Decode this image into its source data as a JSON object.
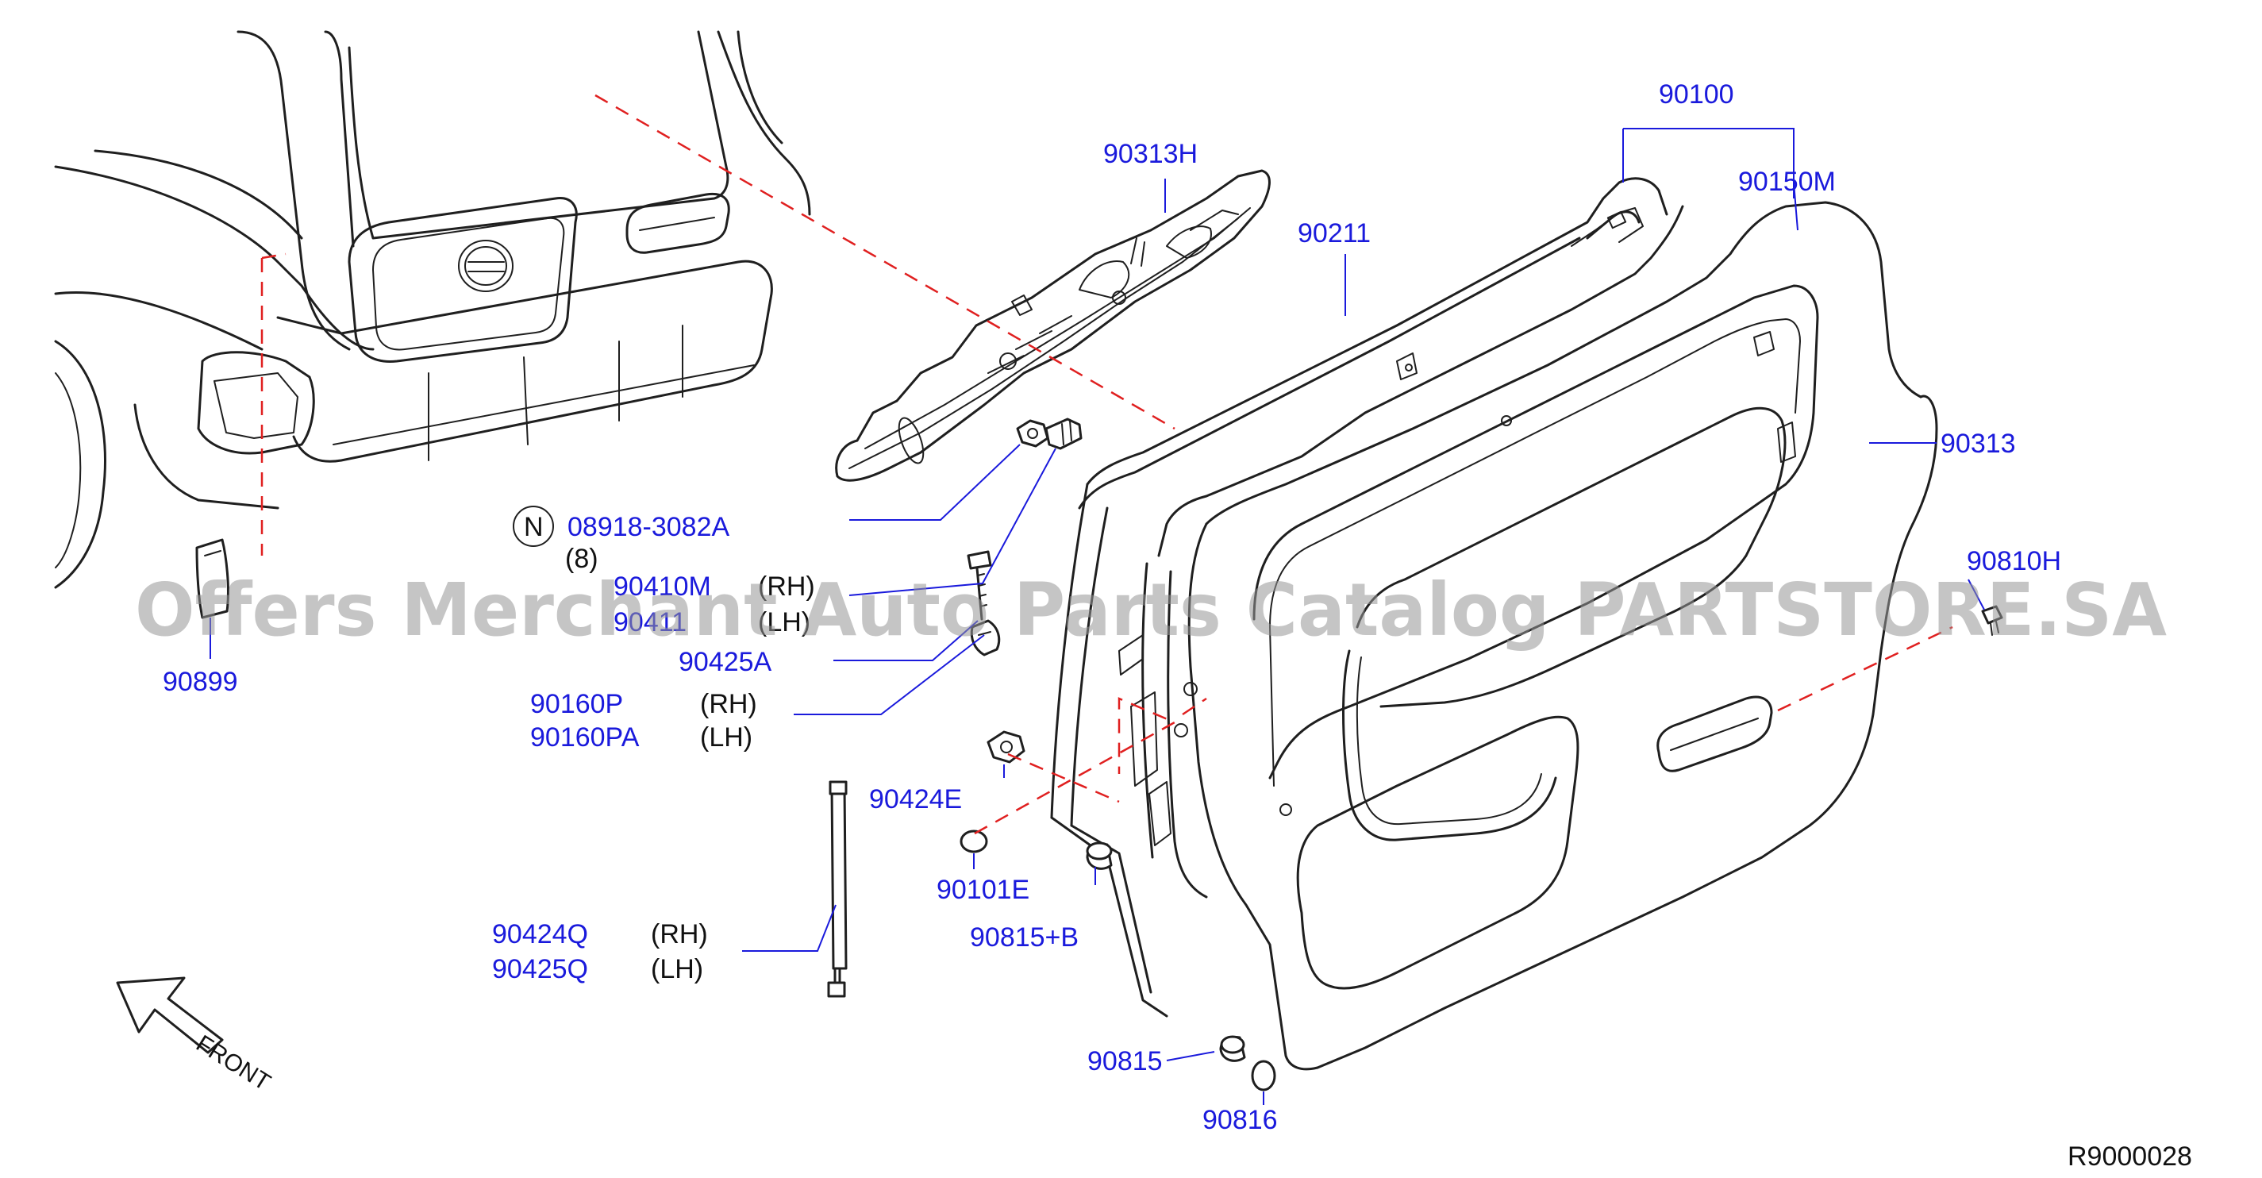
{
  "diagram_code": "R9000028",
  "watermark": "Offers Merchant Auto Parts Catalog PARTSTORE.SA",
  "front_label": "FRONT",
  "note_symbol": "N",
  "parts": {
    "p90100": "90100",
    "p90150M": "90150M",
    "p90313H": "90313H",
    "p90211": "90211",
    "p90313": "90313",
    "p90810H": "90810H",
    "p08918": "08918-3082A",
    "qty8": "(8)",
    "p90410M": "90410M",
    "p90411": "90411",
    "p90425A": "90425A",
    "p90160P": "90160P",
    "p90160PA": "90160PA",
    "p90424E": "90424E",
    "p90101E": "90101E",
    "p90815B": "90815+B",
    "p90424Q": "90424Q",
    "p90425Q": "90425Q",
    "p90815": "90815",
    "p90816": "90816",
    "p90899": "90899"
  },
  "sides": {
    "rh": "(RH)",
    "lh": "(LH)"
  }
}
